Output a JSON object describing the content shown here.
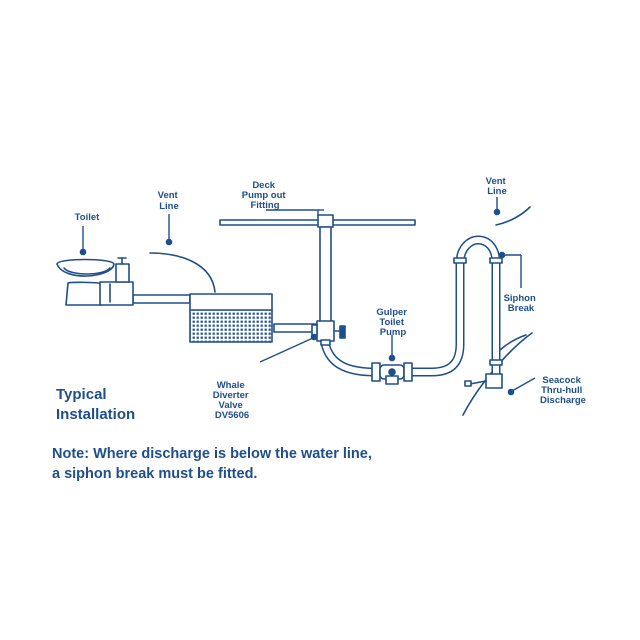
{
  "colors": {
    "primary": "#1f4e8c",
    "fill": "#ffffff"
  },
  "labels": {
    "toilet": "Toilet",
    "vent_line_left": [
      "Vent",
      "Line"
    ],
    "deck_pump_out": [
      "Deck",
      "Pump out",
      "Fitting"
    ],
    "vent_line_right": [
      "Vent",
      "Line"
    ],
    "siphon_break": [
      "Siphon",
      "Break"
    ],
    "gulper_pump": [
      "Gulper",
      "Toilet",
      "Pump"
    ],
    "seacock": [
      "Seacock",
      "Thru-hull",
      "Discharge"
    ],
    "whale_valve": [
      "Whale",
      "Diverter",
      "Valve",
      "DV5606"
    ]
  },
  "caption": {
    "title_lines": [
      "Typical",
      "Installation"
    ],
    "note_lines": [
      "Note: Where discharge is below the water line,",
      "a siphon break must be fitted."
    ]
  }
}
